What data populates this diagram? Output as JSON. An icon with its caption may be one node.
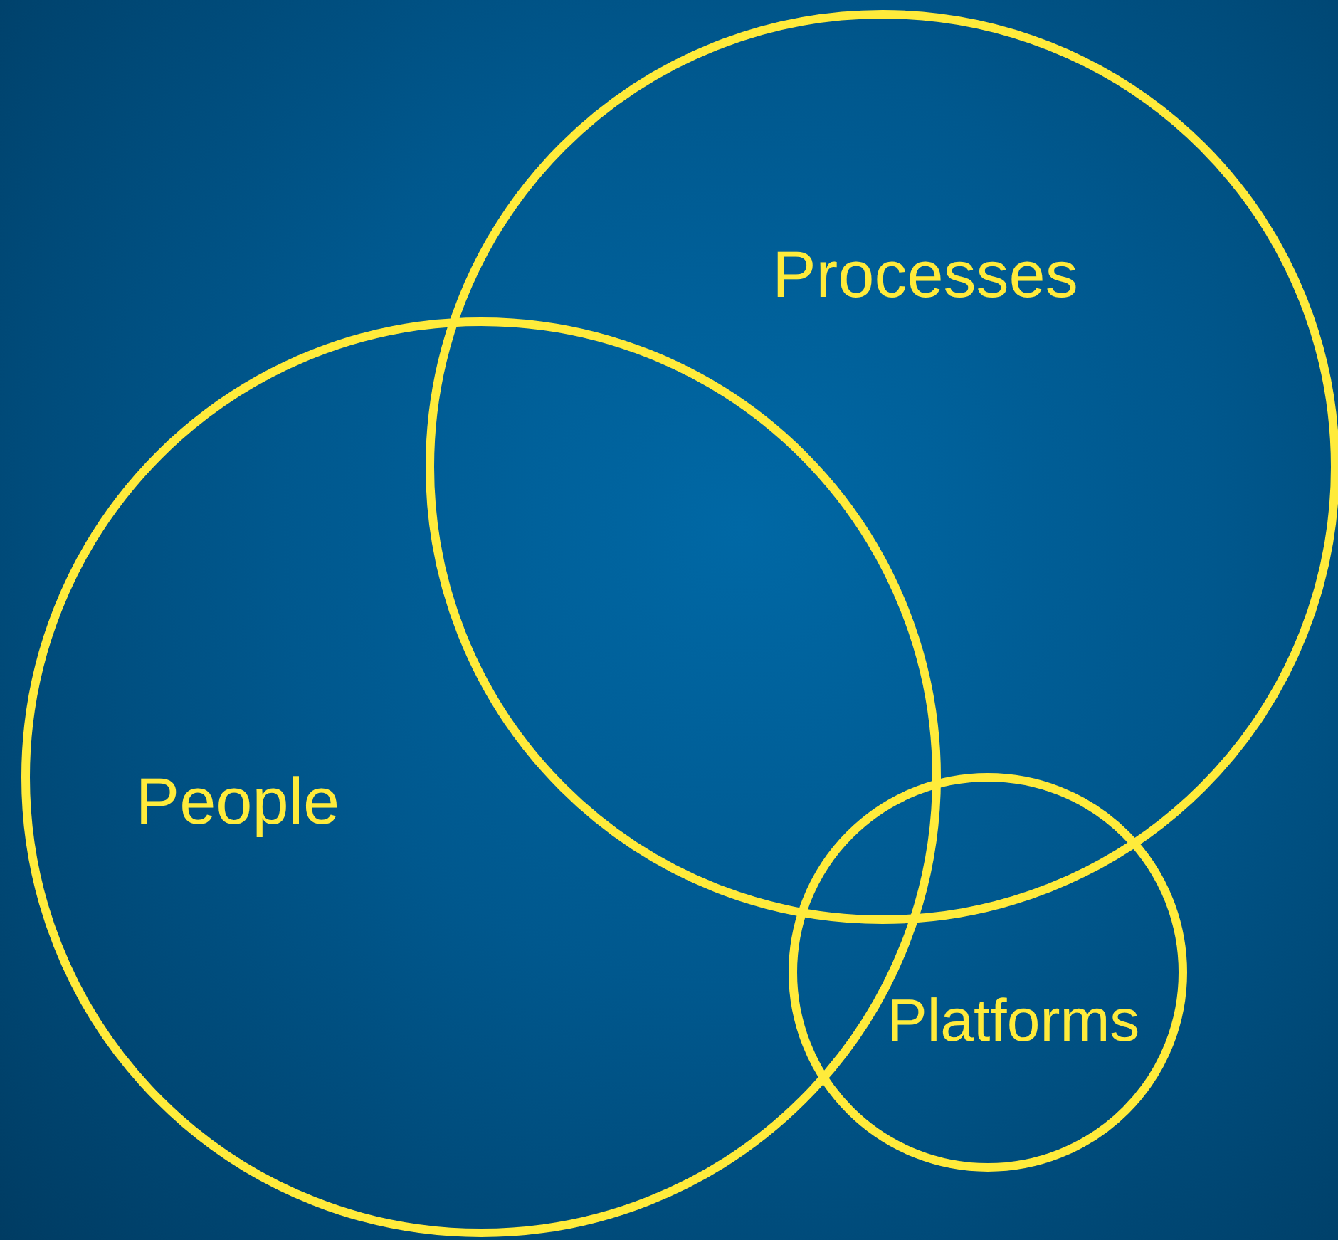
{
  "diagram": {
    "nodes": [
      {
        "text": [
          "Processes"
        ]
      },
      {
        "text": [
          "People"
        ]
      },
      {
        "text": [
          "Platforms"
        ]
      }
    ]
  }
}
